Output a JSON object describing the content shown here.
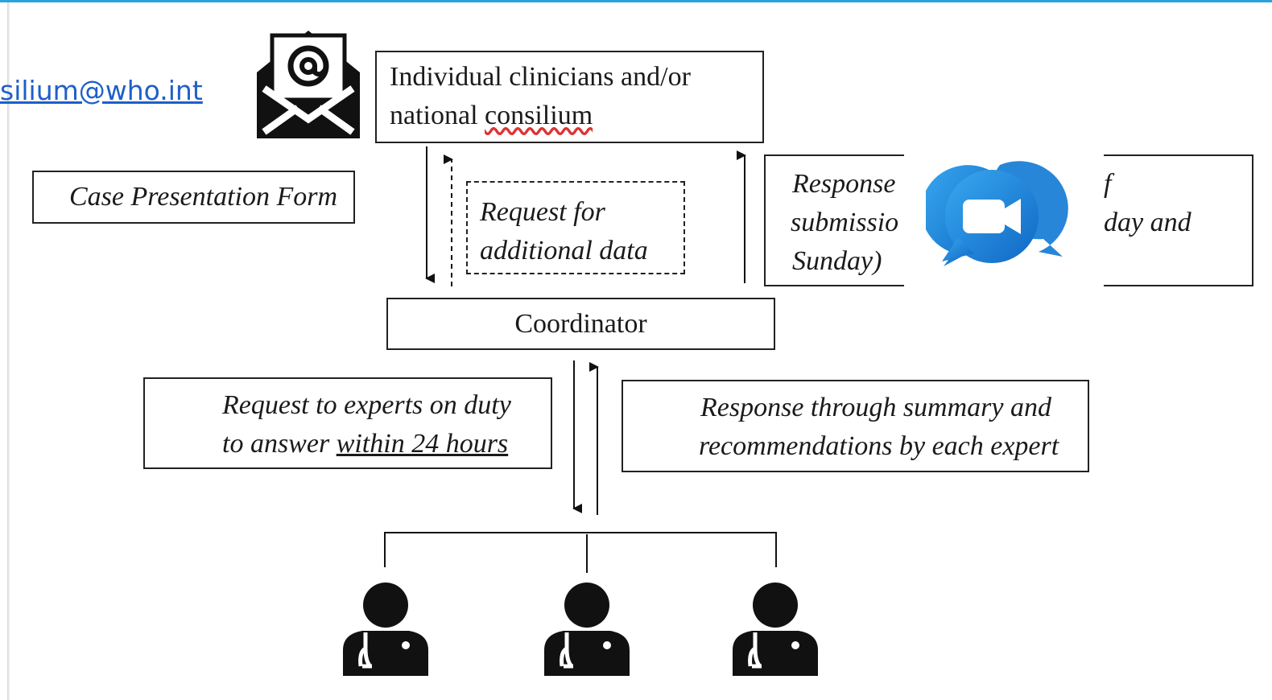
{
  "email": {
    "address": "consilium@who.int",
    "visible_text": "silium@who.int",
    "color": "#1f5fc8"
  },
  "icons": {
    "mail": "mail-at-icon",
    "video": "video-chat-icon",
    "expert": "doctor-icon"
  },
  "boxes": {
    "clinicians": {
      "line1": "Individual clinicians and/or",
      "line2_prefix": "national ",
      "line2_underlined": "consilium"
    },
    "case_form": {
      "label": "Case Presentation Form"
    },
    "additional_data": {
      "line1": "Request for",
      "line2": "additional data"
    },
    "response_video": {
      "line1_visible": "Response",
      "line1_trailing": "f",
      "line2_visible": "submissio",
      "line2_trailing": "day and",
      "line3_visible": "Sunday)"
    },
    "coordinator": {
      "label": "Coordinator"
    },
    "request_experts": {
      "line1": "Request to experts on duty",
      "line2_prefix": "to answer ",
      "line2_underlined": "within 24 hours"
    },
    "response_summary": {
      "line1": "Response through summary and",
      "line2": "recommendations by each expert"
    }
  },
  "experts": {
    "count": 3
  },
  "colors": {
    "accent_line": "#29a3dc",
    "video_icon": "#1b7fd6"
  }
}
